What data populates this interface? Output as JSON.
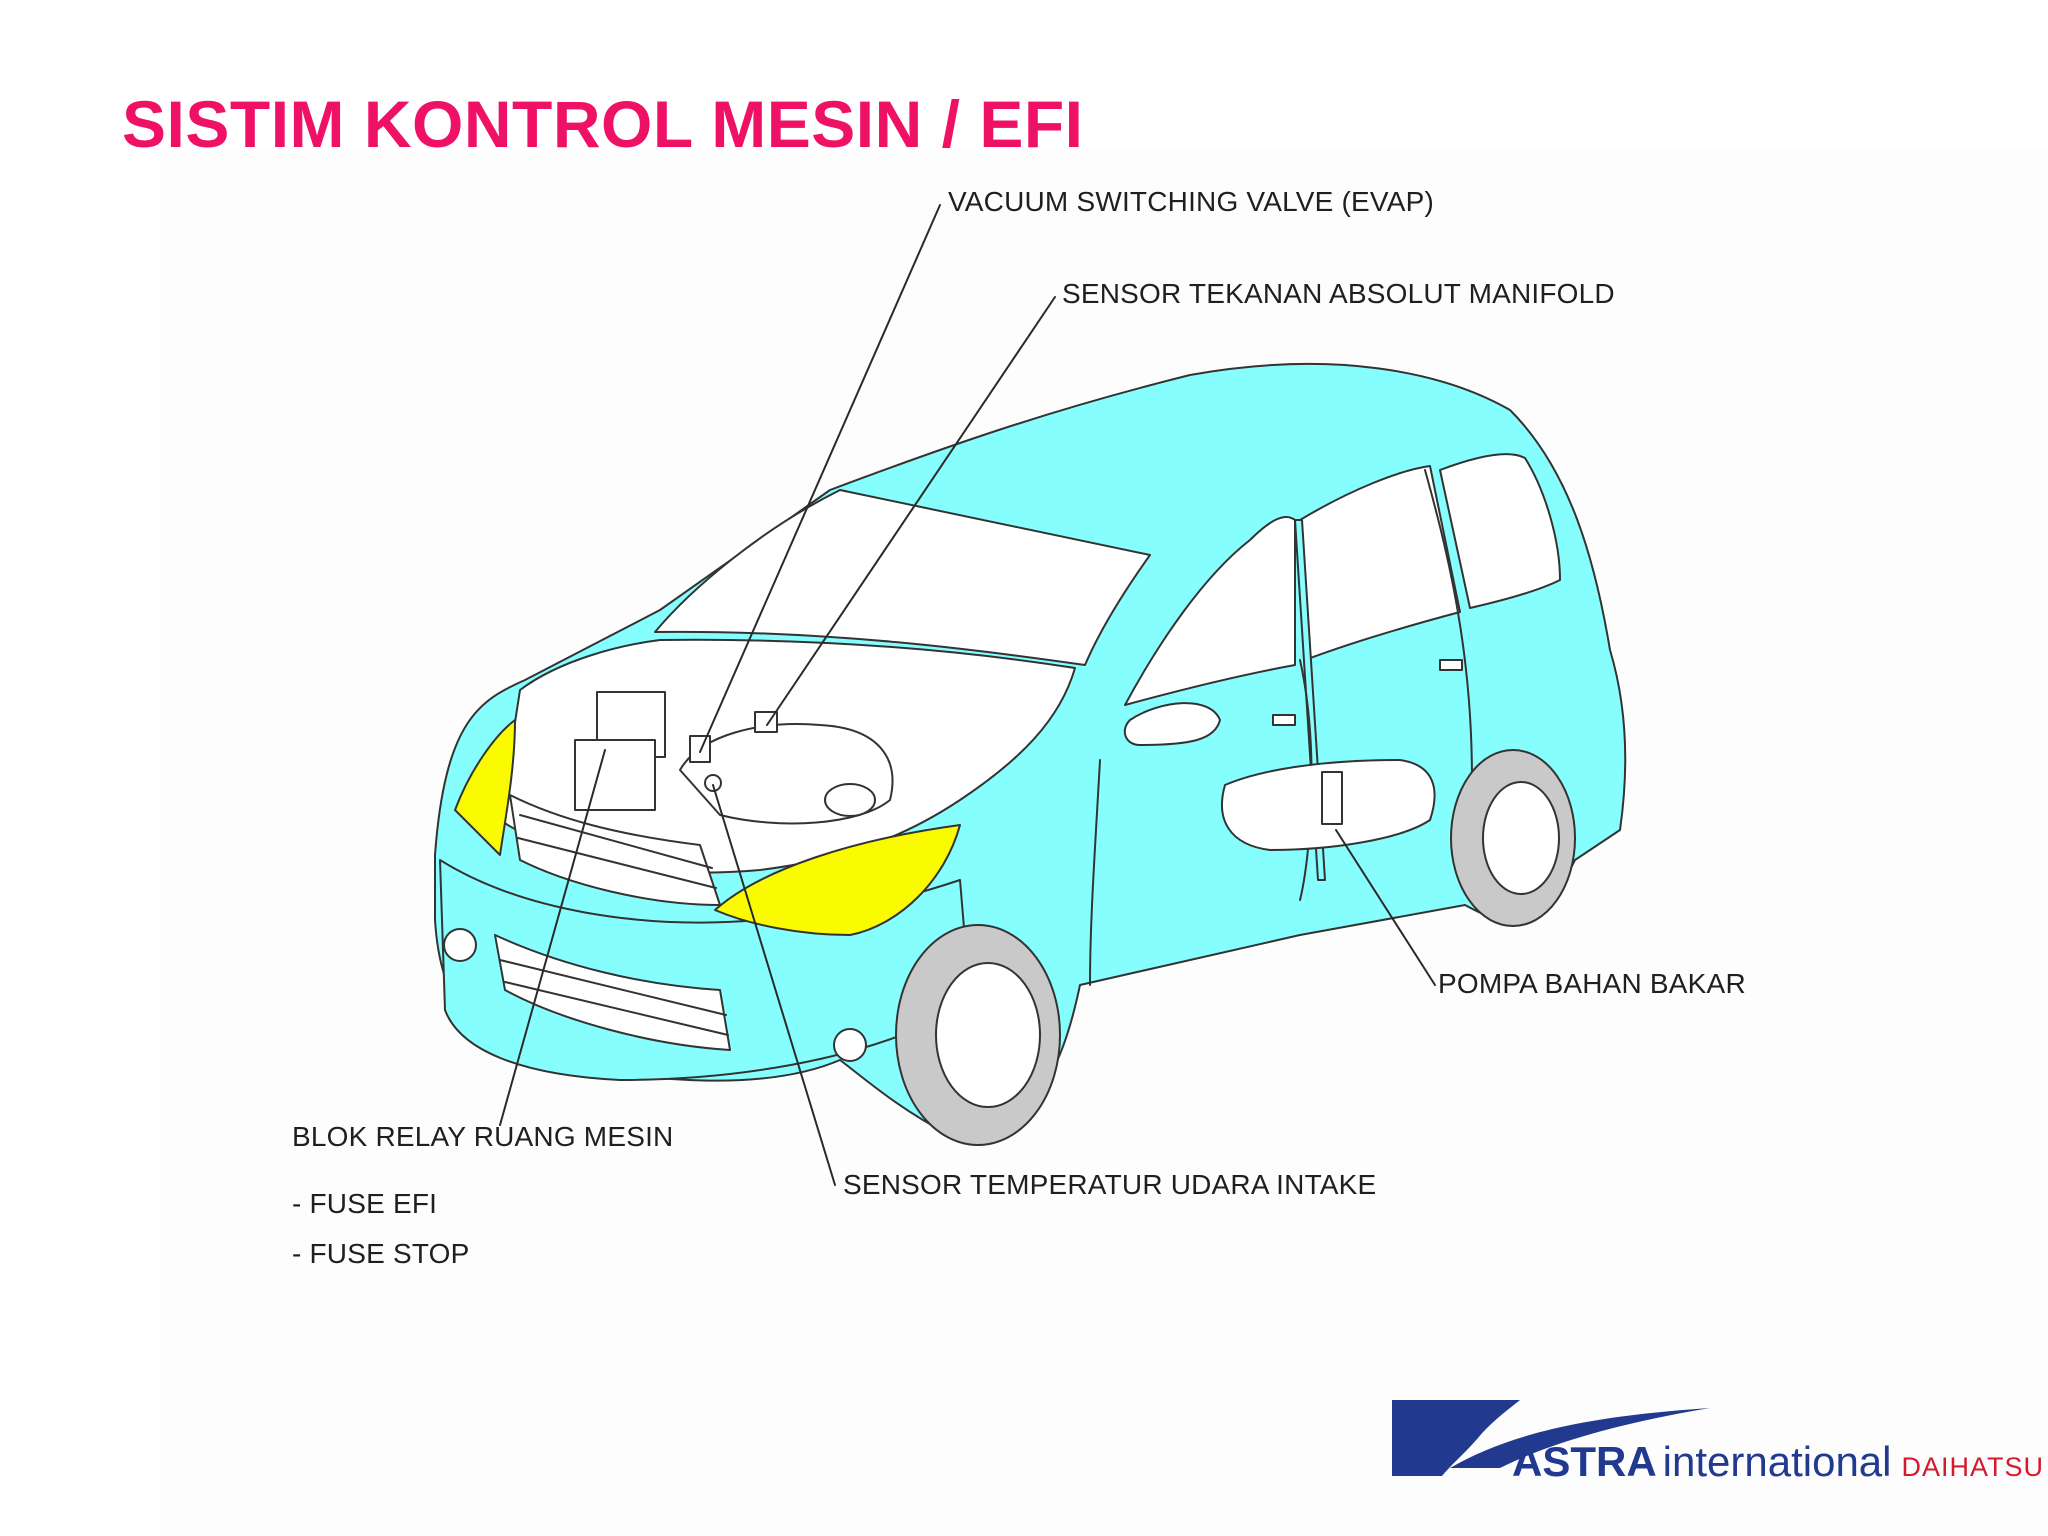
{
  "title": "SISTIM KONTROL MESIN / EFI",
  "callouts": {
    "vacuum_switching_valve": "VACUUM SWITCHING VALVE (EVAP)",
    "map_sensor": "SENSOR TEKANAN ABSOLUT MANIFOLD",
    "fuel_pump": "POMPA BAHAN BAKAR",
    "relay_block": "BLOK RELAY RUANG MESIN",
    "fuse_efi": "- FUSE EFI",
    "fuse_stop": "- FUSE STOP",
    "intake_air_temp_sensor": "SENSOR TEMPERATUR UDARA INTAKE"
  },
  "logo": {
    "brand": "ASTRA",
    "brand_suffix": "international",
    "partner": "DAIHATSU"
  },
  "colors": {
    "title": "#ee1166",
    "car_body": "#86fefe",
    "headlamp_highlight": "#fbfb00",
    "logo_blue": "#213a8f",
    "logo_red": "#d41a2b"
  }
}
